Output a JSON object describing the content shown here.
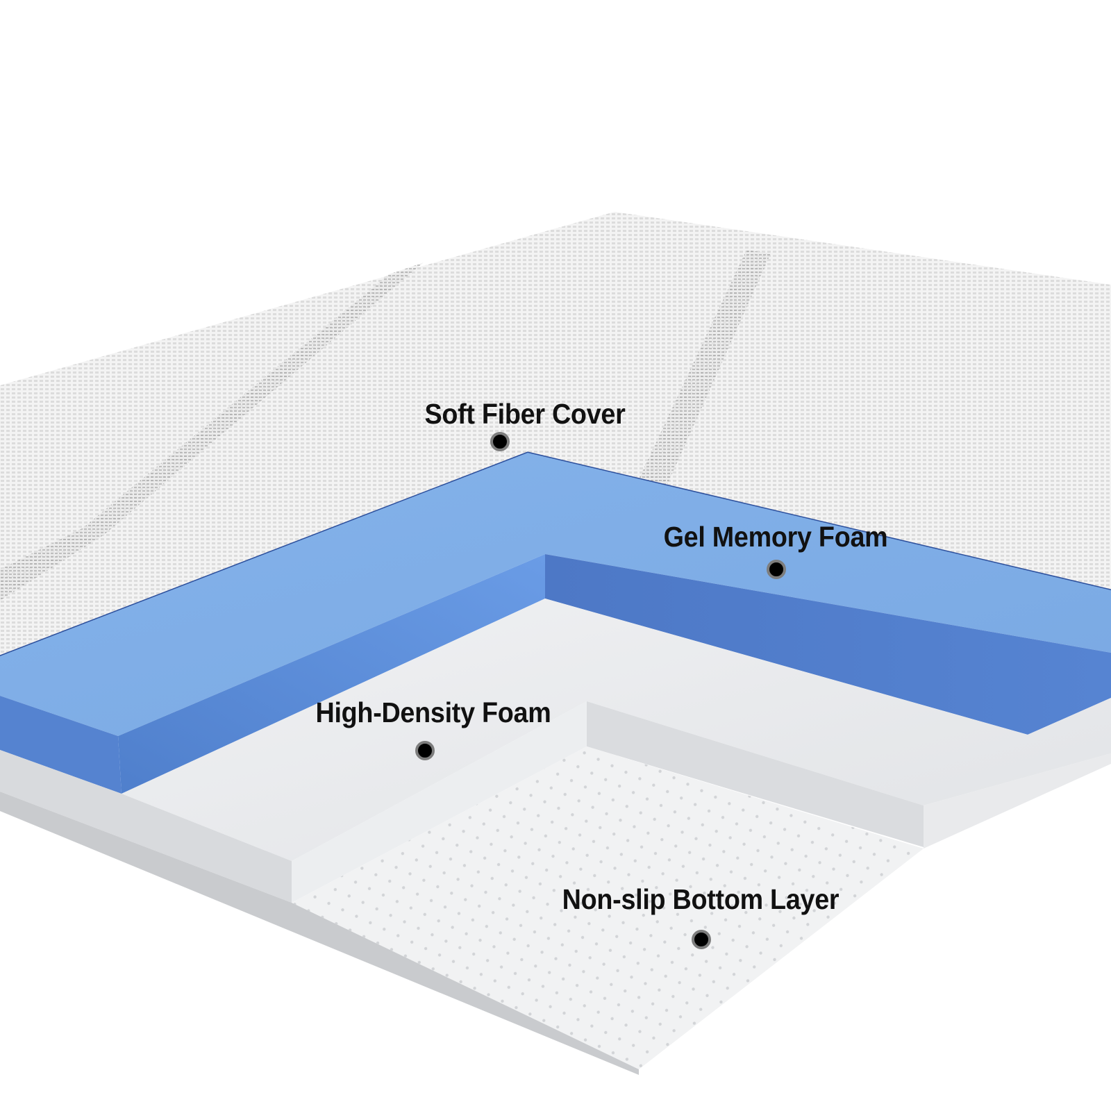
{
  "layers": [
    {
      "name": "Soft Fiber Cover"
    },
    {
      "name": "Gel Memory Foam"
    },
    {
      "name": "High-Density Foam"
    },
    {
      "name": "Non-slip Bottom Layer"
    }
  ],
  "colors": {
    "gel_blue": "#7eaee6",
    "gel_blue_dark": "#4c79c8",
    "foam_white": "#e6e8eb",
    "cover": "#f2f2f2"
  }
}
